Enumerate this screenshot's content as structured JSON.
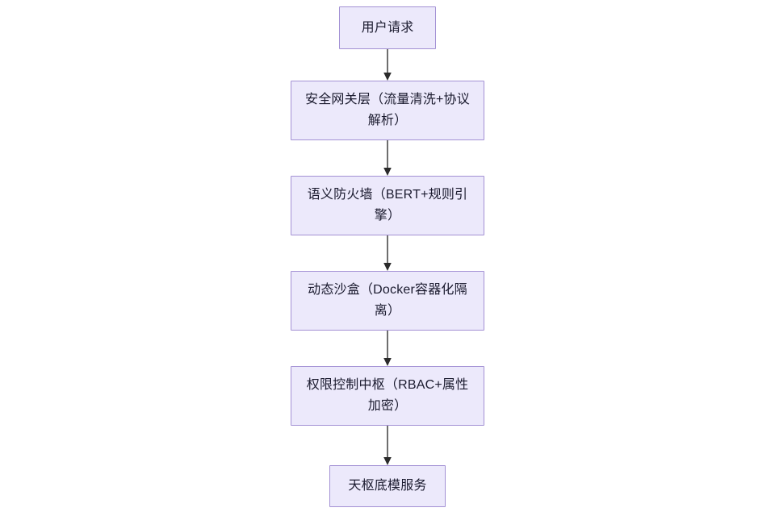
{
  "diagram": {
    "type": "flowchart",
    "direction": "top-to-bottom",
    "title": "",
    "style": {
      "node_fill": "#ece9fb",
      "node_border": "#a391d4",
      "node_text": "#1a1a2e",
      "edge_line": "#6e6e6e",
      "edge_arrow": "#2b2b2b",
      "background": "#ffffff"
    },
    "nodes": [
      {
        "id": "n0",
        "label": "用户请求"
      },
      {
        "id": "n1",
        "label": "安全网关层（流量清洗+协议解析）"
      },
      {
        "id": "n2",
        "label": "语义防火墙（BERT+规则引擎）"
      },
      {
        "id": "n3",
        "label": "动态沙盒（Docker容器化隔离）"
      },
      {
        "id": "n4",
        "label": "权限控制中枢（RBAC+属性加密）"
      },
      {
        "id": "n5",
        "label": "天枢底模服务"
      }
    ],
    "edges": [
      {
        "from": "n0",
        "to": "n1",
        "label": ""
      },
      {
        "from": "n1",
        "to": "n2",
        "label": ""
      },
      {
        "from": "n2",
        "to": "n3",
        "label": ""
      },
      {
        "from": "n3",
        "to": "n4",
        "label": ""
      },
      {
        "from": "n4",
        "to": "n5",
        "label": ""
      }
    ]
  }
}
